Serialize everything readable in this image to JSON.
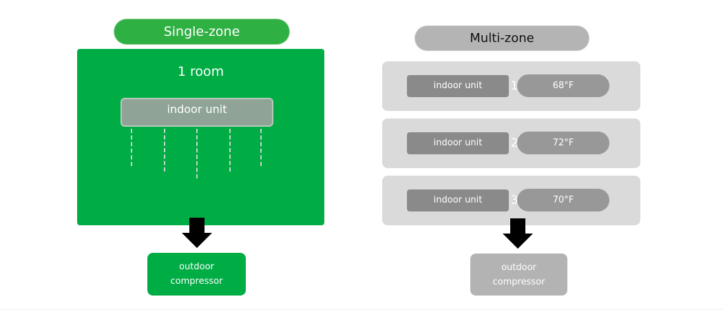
{
  "single_zone": {
    "title": "Single-zone",
    "room_label": "1 room",
    "indoor_unit_label": "indoor unit",
    "outdoor": {
      "line1": "outdoor",
      "line2": "compressor"
    },
    "colors": {
      "primary": "#00ad45",
      "indoor_unit": "#8fa497"
    }
  },
  "multi_zone": {
    "title": "Multi-zone",
    "zones": [
      {
        "unit_label": "indoor unit",
        "number": "1",
        "temperature": "68°F"
      },
      {
        "unit_label": "indoor unit",
        "number": "2",
        "temperature": "72°F"
      },
      {
        "unit_label": "indoor unit",
        "number": "3",
        "temperature": "70°F"
      }
    ],
    "outdoor": {
      "line1": "outdoor",
      "line2": "compressor"
    },
    "colors": {
      "zone_bg": "#dadada",
      "unit": "#8a8a8a",
      "temp_pill": "#989898",
      "outdoor": "#b3b3b3"
    }
  }
}
